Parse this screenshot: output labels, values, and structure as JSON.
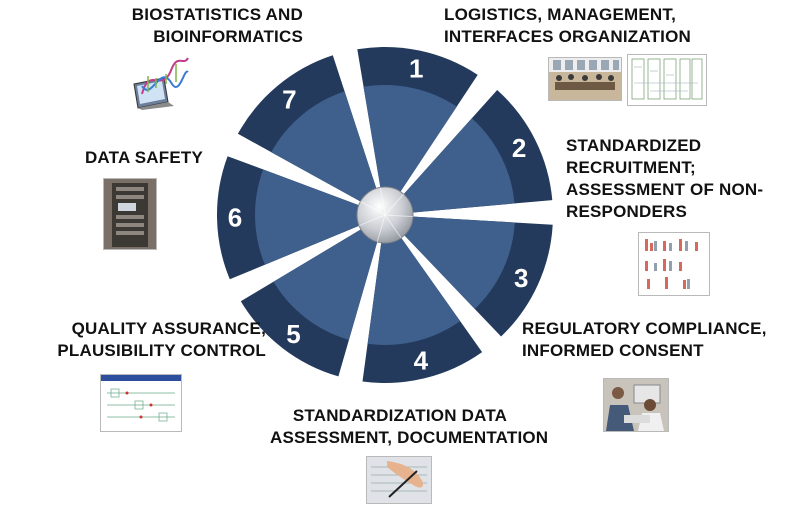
{
  "segments": [
    {
      "number": "1",
      "label_lines": [
        "LOGISTICS, MANAGEMENT,",
        "INTERFACES ORGANIZATION"
      ]
    },
    {
      "number": "2",
      "label_lines": [
        "STANDARDIZED",
        "RECRUITMENT;",
        "ASSESSMENT OF NON-",
        "RESPONDERS"
      ]
    },
    {
      "number": "3",
      "label_lines": [
        "REGULATORY COMPLIANCE,",
        "INFORMED CONSENT"
      ]
    },
    {
      "number": "4",
      "label_lines": [
        "STANDARDIZATION DATA",
        "ASSESSMENT, DOCUMENTATION"
      ]
    },
    {
      "number": "5",
      "label_lines": [
        "QUALITY ASSURANCE,",
        "PLAUSIBILITY CONTROL"
      ]
    },
    {
      "number": "6",
      "label_lines": [
        "DATA SAFETY"
      ]
    },
    {
      "number": "7",
      "label_lines": [
        "BIOSTATISTICS AND",
        "BIOINFORMATICS"
      ]
    }
  ],
  "colors": {
    "segment_outer": "#233a5c",
    "segment_inner": "#3f5f8c",
    "hub": "#c9ccd2",
    "number_text": "#ffffff",
    "label_text": "#111111"
  }
}
